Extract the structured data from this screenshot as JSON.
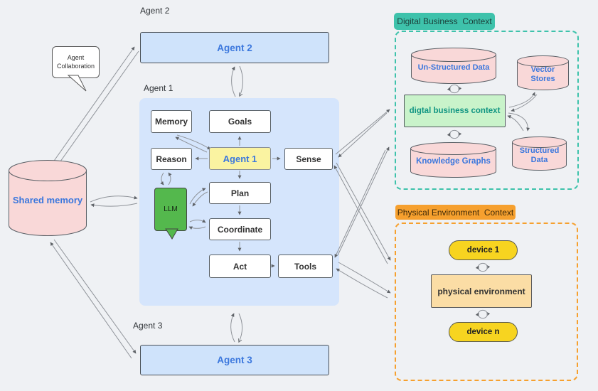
{
  "outer_labels": {
    "agent2": "Agent 2",
    "agent1": "Agent 1",
    "agent3": "Agent 3"
  },
  "agent2_box": "Agent 2",
  "agent3_box": "Agent 3",
  "collab_note": "Agent Collaboration",
  "shared_memory": "Shared memory",
  "agent1": {
    "memory": "Memory",
    "goals": "Goals",
    "reason": "Reason",
    "core": "Agent 1",
    "sense": "Sense",
    "plan": "Plan",
    "coordinate": "Coordinate",
    "act": "Act",
    "tools": "Tools",
    "llm": "LLM"
  },
  "digital": {
    "header": "Digital Business  Context",
    "unstructured": "Un-Structured Data",
    "vector_stores": "Vector Stores",
    "context_box": "digtal business context",
    "knowledge_graphs": "Knowledge Graphs",
    "structured": "Structured Data"
  },
  "physical": {
    "header": "Physical Environment  Context",
    "device_1": "device 1",
    "environment": "physical environment",
    "device_n": "device n"
  },
  "colors": {
    "agent_box_fill": "#cfe3fb",
    "agent_container_fill": "#d5e5fc",
    "agent_text_blue": "#3b77dd",
    "agent1_highlight_fill": "#faf3a1",
    "llm_green": "#54b84d",
    "pink_cylinder": "#f9d8d8",
    "digital_header": "#3ec2ab",
    "digital_context_fill": "#c9f3ca",
    "digital_context_text": "#109582",
    "physical_header": "#f6a02e",
    "device_pill_yellow": "#f7d420",
    "environment_tan": "#fbdda5"
  }
}
